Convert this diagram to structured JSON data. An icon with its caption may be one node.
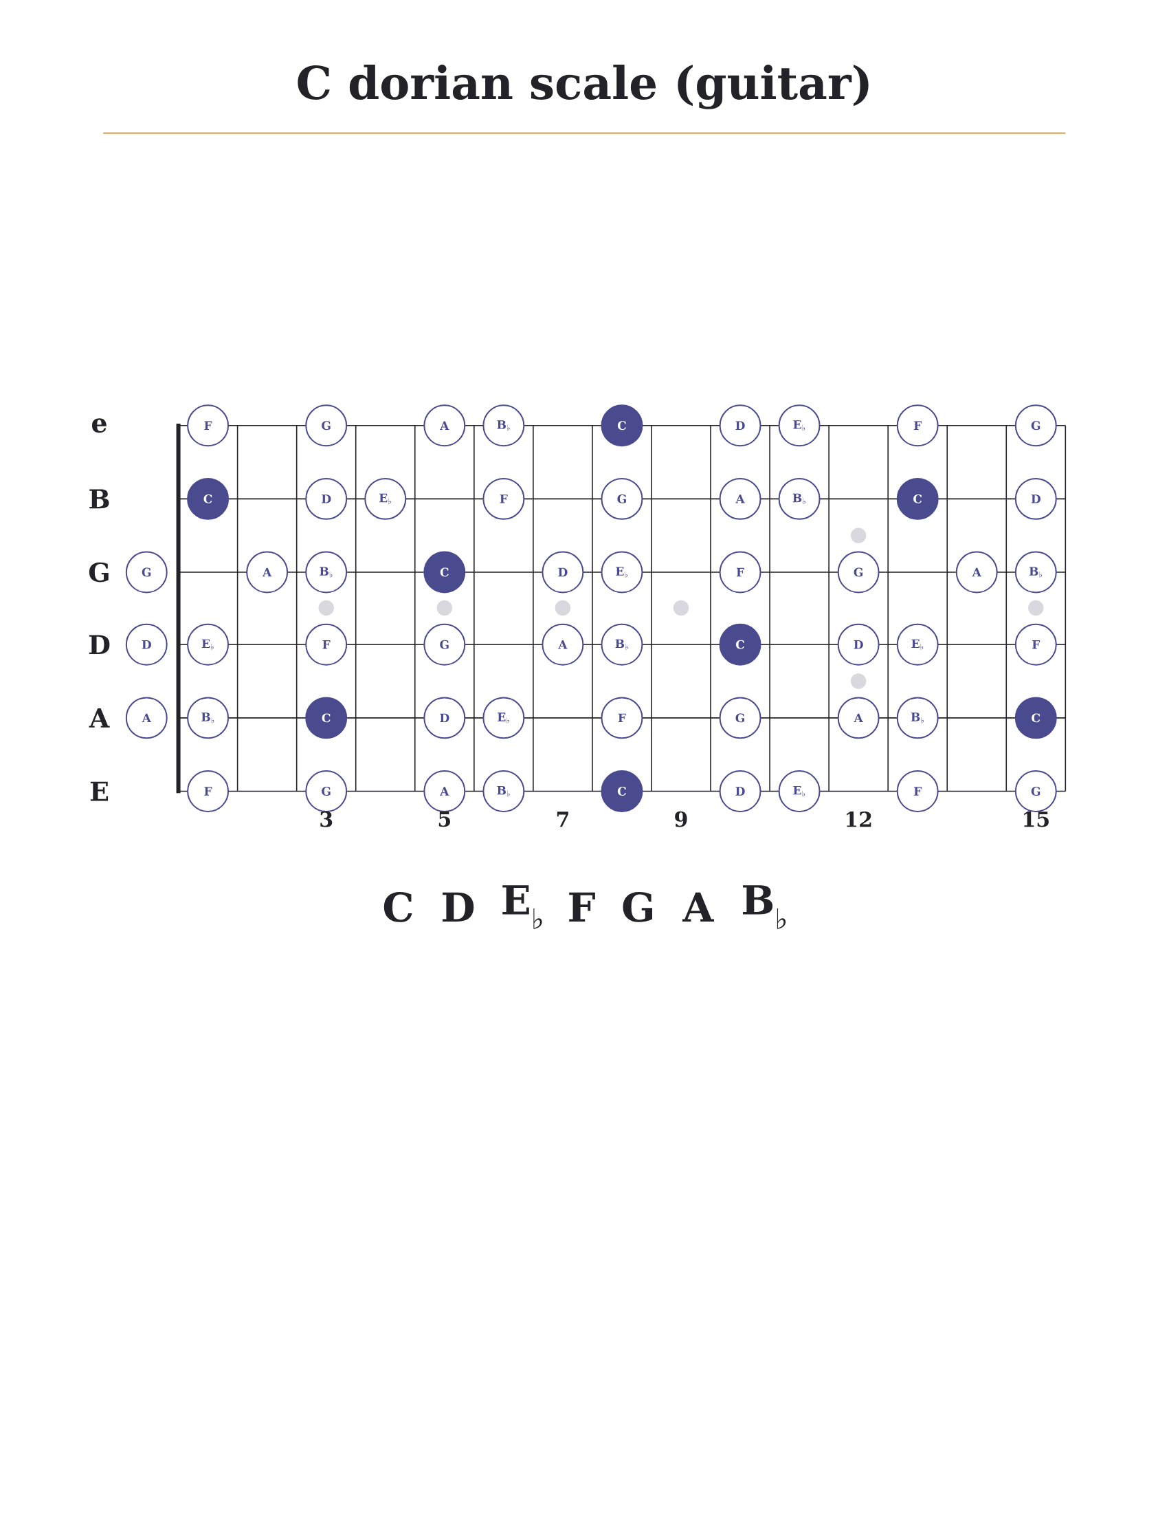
{
  "diagram": {
    "title": "C dorian scale (guitar)",
    "nodes": [
      {
        "text": [
          "F"
        ]
      },
      {
        "text": [
          "G"
        ]
      },
      {
        "text": [
          "A"
        ]
      },
      {
        "text": [
          "B$_{♭}$"
        ]
      },
      {
        "text": [
          "C"
        ]
      },
      {
        "text": [
          "D"
        ]
      },
      {
        "text": [
          "E$_{♭}$"
        ]
      },
      {
        "text": [
          "F"
        ]
      },
      {
        "text": [
          "G"
        ]
      },
      {
        "text": [
          "C"
        ]
      },
      {
        "text": [
          "D"
        ]
      },
      {
        "text": [
          "E$_{♭}$"
        ]
      },
      {
        "text": [
          "F"
        ]
      },
      {
        "text": [
          "G"
        ]
      },
      {
        "text": [
          "A"
        ]
      },
      {
        "text": [
          "B$_{♭}$"
        ]
      },
      {
        "text": [
          "C"
        ]
      },
      {
        "text": [
          "D"
        ]
      },
      {
        "text": [
          "G"
        ]
      },
      {
        "text": [
          "A"
        ]
      },
      {
        "text": [
          "B$_{♭}$"
        ]
      },
      {
        "text": [
          "C"
        ]
      },
      {
        "text": [
          "D"
        ]
      },
      {
        "text": [
          "E$_{♭}$"
        ]
      },
      {
        "text": [
          "F"
        ]
      },
      {
        "text": [
          "G"
        ]
      },
      {
        "text": [
          "A"
        ]
      },
      {
        "text": [
          "B$_{♭}$"
        ]
      },
      {
        "text": [
          "D"
        ]
      },
      {
        "text": [
          "E$_{♭}$"
        ]
      },
      {
        "text": [
          "F"
        ]
      },
      {
        "text": [
          "G"
        ]
      },
      {
        "text": [
          "A"
        ]
      },
      {
        "text": [
          "B$_{♭}$"
        ]
      },
      {
        "text": [
          "C"
        ]
      },
      {
        "text": [
          "D"
        ]
      },
      {
        "text": [
          "E$_{♭}$"
        ]
      },
      {
        "text": [
          "F"
        ]
      },
      {
        "text": [
          "A"
        ]
      },
      {
        "text": [
          "B$_{♭}$"
        ]
      },
      {
        "text": [
          "C"
        ]
      },
      {
        "text": [
          "D"
        ]
      },
      {
        "text": [
          "E$_{♭}$"
        ]
      },
      {
        "text": [
          "F"
        ]
      },
      {
        "text": [
          "G"
        ]
      },
      {
        "text": [
          "A"
        ]
      },
      {
        "text": [
          "B$_{♭}$"
        ]
      },
      {
        "text": [
          "C"
        ]
      },
      {
        "text": [
          "F"
        ]
      },
      {
        "text": [
          "G"
        ]
      },
      {
        "text": [
          "A"
        ]
      },
      {
        "text": [
          "B$_{♭}$"
        ]
      },
      {
        "text": [
          "C"
        ]
      },
      {
        "text": [
          "D"
        ]
      },
      {
        "text": [
          "E$_{♭}$"
        ]
      },
      {
        "text": [
          "F"
        ]
      },
      {
        "text": [
          "G"
        ]
      }
    ],
    "labels": [
      "e",
      "B",
      "G",
      "D",
      "A",
      "E",
      "3",
      "5",
      "7",
      "9",
      "12",
      "15",
      "C",
      "D",
      "E$_{♭}$",
      "F",
      "G",
      "A",
      "B$_{♭}$"
    ]
  }
}
